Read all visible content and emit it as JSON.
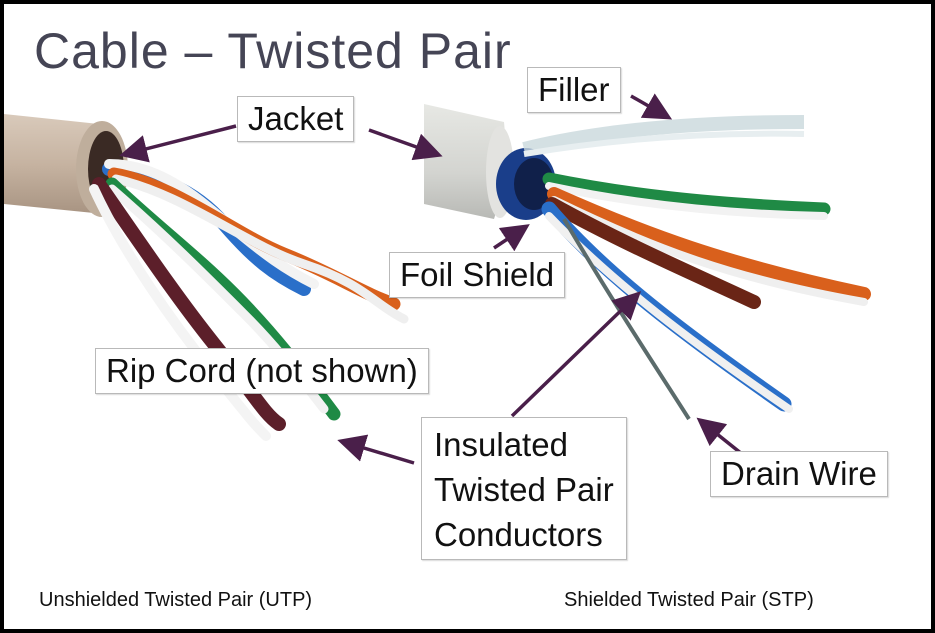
{
  "title": "Cable – Twisted Pair",
  "labels": {
    "jacket": "Jacket",
    "filler": "Filler",
    "foil_shield": "Foil Shield",
    "rip_cord": "Rip Cord (not shown)",
    "insulated": [
      "Insulated",
      "Twisted Pair",
      "Conductors"
    ],
    "drain_wire": "Drain Wire"
  },
  "captions": {
    "utp": "Unshielded Twisted Pair (UTP)",
    "stp": "Shielded Twisted Pair (STP)"
  },
  "colors": {
    "title": "#454555",
    "arrow": "#4a1f4a",
    "jacket": "#c9b7a6",
    "stp_jacket": "#d9dad6",
    "blue": "#2a6fc9",
    "orange": "#d9601c",
    "green": "#1f8a45",
    "brown": "#5c1f2a",
    "foil": "#1a3e8a"
  }
}
